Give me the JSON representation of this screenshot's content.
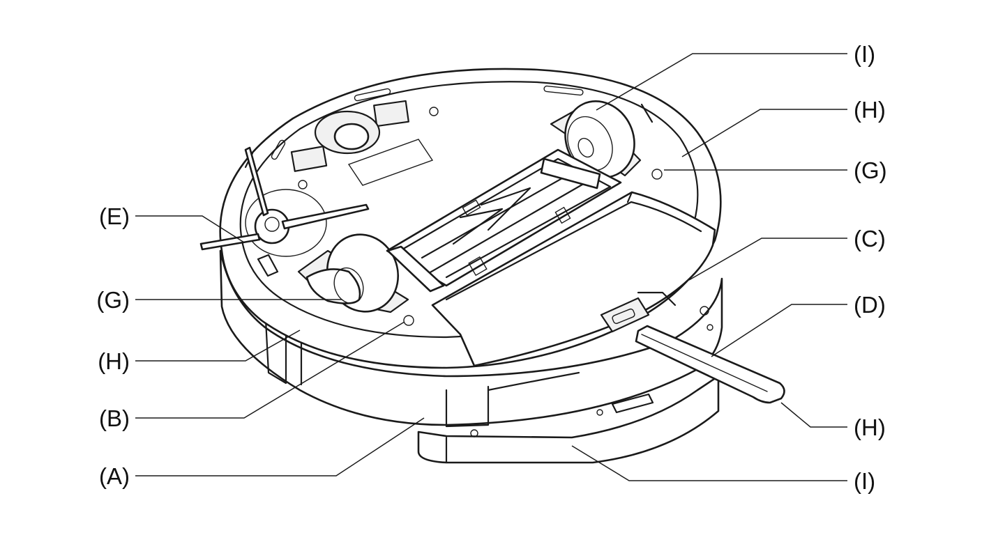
{
  "labels": {
    "left": [
      "(E)",
      "(G)",
      "(H)",
      "(B)",
      "(A)"
    ],
    "right": [
      "(I)",
      "(H)",
      "(G)",
      "(C)",
      "(D)",
      "(H)",
      "(I)"
    ]
  },
  "colors": {
    "ink": "#1a1a1a",
    "background": "#ffffff",
    "shade": "#f1f1f1"
  }
}
